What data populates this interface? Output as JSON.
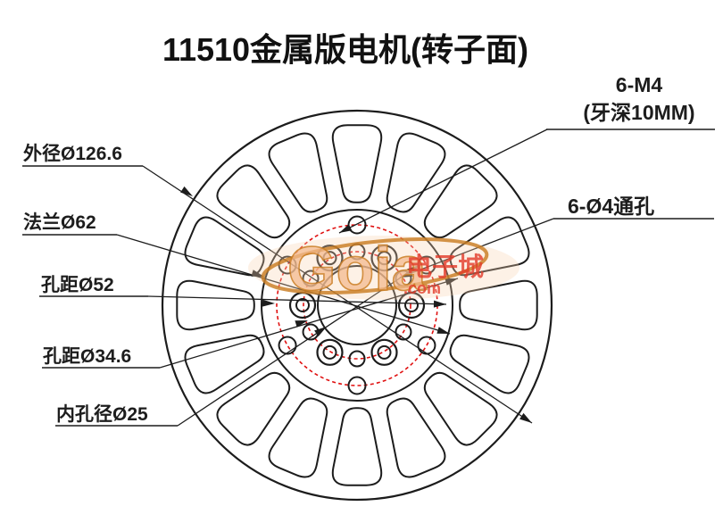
{
  "title": "11510金属版电机(转子面)",
  "labels": {
    "outer_diameter": "外径Ø126.6",
    "flange": "法兰Ø62",
    "bolt_circle_52": "孔距Ø52",
    "bolt_circle_346": "孔距Ø34.6",
    "inner_bore": "内孔径Ø25",
    "tapped_holes": "6-M4",
    "tapped_holes_depth": "(牙深10MM)",
    "through_holes": "6-Ø4通孔"
  },
  "dimensions": {
    "outer_diameter_mm": 126.6,
    "flange_diameter_mm": 62,
    "bolt_circle_1_mm": 52,
    "bolt_circle_2_mm": 34.6,
    "inner_bore_mm": 25,
    "tapped_hole_spec": "6-M4",
    "tapped_hole_depth_mm": 10,
    "through_hole_spec": "6-Ø4"
  },
  "watermark": {
    "logo": "Goia",
    "site_cn": "电子城",
    "site_suffix": ".com"
  },
  "colors": {
    "line": "#1c1c1c",
    "dashed_circle": "#e01010",
    "watermark_orange": "#c87a1e",
    "watermark_fill": "#f3b98c",
    "watermark_red": "#e23a28"
  }
}
